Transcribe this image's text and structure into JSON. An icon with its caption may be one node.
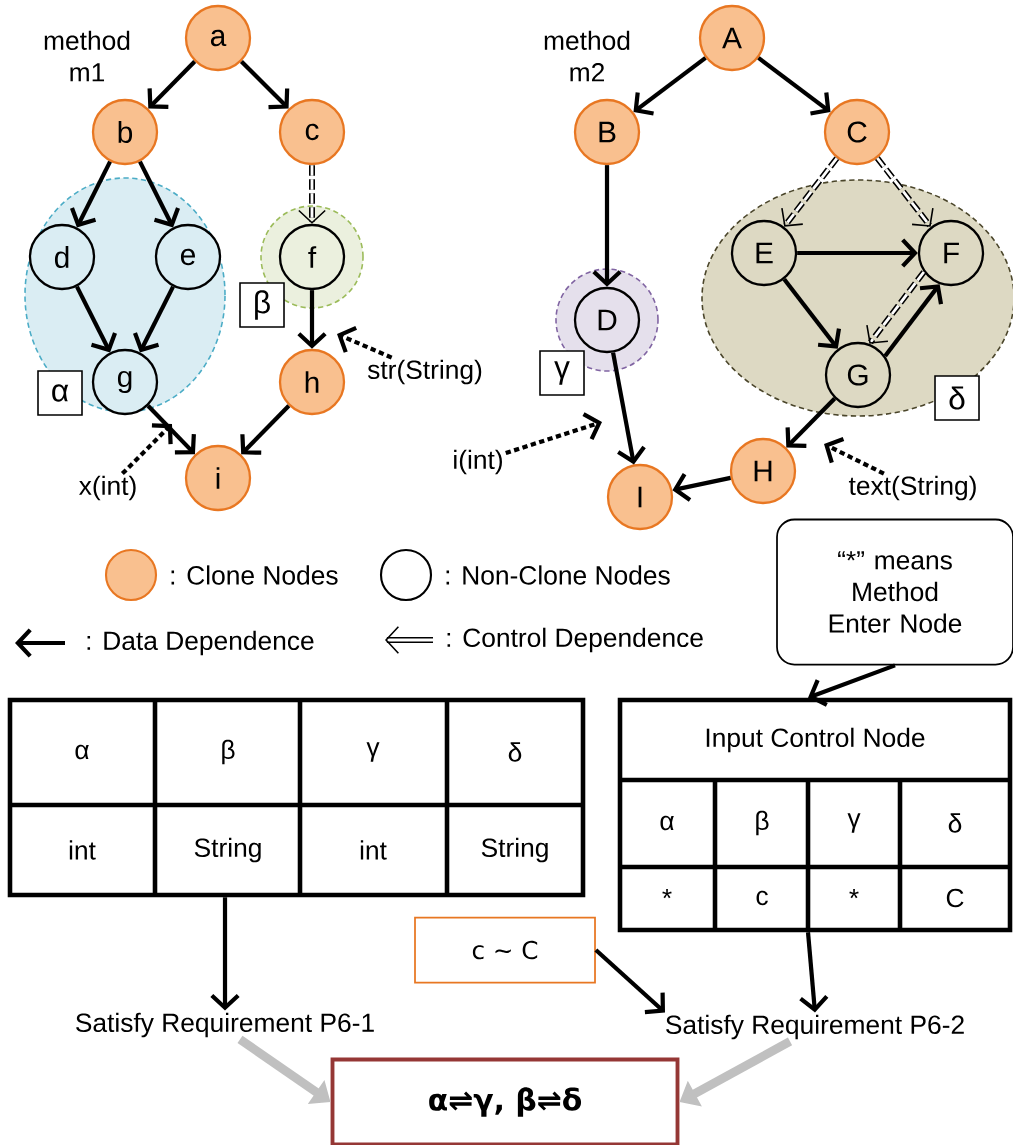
{
  "diagram": {
    "nodes": [
      {
        "text": [
          "a"
        ]
      },
      {
        "text": [
          "b"
        ]
      },
      {
        "text": [
          "c"
        ]
      },
      {
        "text": [
          "α"
        ]
      },
      {
        "text": [
          "d"
        ],
        "in": 3
      },
      {
        "text": [
          "e"
        ],
        "in": 3
      },
      {
        "text": [
          "g"
        ],
        "in": 3
      },
      {
        "text": [
          "β"
        ]
      },
      {
        "text": [
          "f"
        ],
        "in": 7
      },
      {
        "text": [
          "h"
        ]
      },
      {
        "text": [
          "i"
        ]
      },
      {
        "text": [
          "x(int)"
        ]
      },
      {
        "text": [
          "str(String)"
        ]
      },
      {
        "text": [
          "A"
        ]
      },
      {
        "text": [
          "B"
        ]
      },
      {
        "text": [
          "C"
        ]
      },
      {
        "text": [
          "γ"
        ]
      },
      {
        "text": [
          "D"
        ],
        "in": 16
      },
      {
        "text": [
          "δ"
        ]
      },
      {
        "text": [
          "E"
        ],
        "in": 18
      },
      {
        "text": [
          "F"
        ],
        "in": 18
      },
      {
        "text": [
          "G"
        ],
        "in": 18
      },
      {
        "text": [
          "H"
        ]
      },
      {
        "text": [
          "I"
        ]
      },
      {
        "text": [
          "i(int)"
        ]
      },
      {
        "text": [
          "text(String)"
        ]
      },
      {
        "text": [
          "“*” means Method Enter Node"
        ]
      },
      {
        "text": [
          "α",
          "β",
          "γ",
          "δ",
          "int",
          "String",
          "int",
          "String"
        ]
      },
      {
        "text": [
          "Input Control Node",
          "α",
          "β",
          "γ",
          "δ",
          "*",
          "c",
          "*",
          "C"
        ]
      },
      {
        "text": [
          "c ∼ C"
        ]
      },
      {
        "text": [
          "Satisfy Requirement P6-1"
        ]
      },
      {
        "text": [
          "Satisfy Requirement P6-2"
        ]
      },
      {
        "text": [
          "α⇌γ, β⇌δ"
        ]
      }
    ],
    "edges": [
      {
        "from": 0,
        "to": 1,
        "arrow": "to"
      },
      {
        "from": 0,
        "to": 2,
        "arrow": "to"
      },
      {
        "from": 1,
        "to": 4,
        "arrow": "to"
      },
      {
        "from": 1,
        "to": 5,
        "arrow": "to"
      },
      {
        "from": 4,
        "to": 6,
        "arrow": "to"
      },
      {
        "from": 5,
        "to": 6,
        "arrow": "to"
      },
      {
        "from": 6,
        "to": 10,
        "arrow": "to"
      },
      {
        "from": 2,
        "to": 8,
        "arrow": "to",
        "style": "dashed"
      },
      {
        "from": 8,
        "to": 9,
        "arrow": "to"
      },
      {
        "from": 9,
        "to": 10,
        "arrow": "to"
      },
      {
        "from": 11,
        "to": null,
        "arrow": "to",
        "style": "dashed"
      },
      {
        "from": 12,
        "to": null,
        "arrow": "to",
        "style": "dashed"
      },
      {
        "from": 13,
        "to": 14,
        "arrow": "to"
      },
      {
        "from": 13,
        "to": 15,
        "arrow": "to"
      },
      {
        "from": 14,
        "to": 17,
        "arrow": "to"
      },
      {
        "from": 15,
        "to": 19,
        "arrow": "to",
        "style": "dashed"
      },
      {
        "from": 15,
        "to": 20,
        "arrow": "to",
        "style": "dashed"
      },
      {
        "from": 19,
        "to": 20,
        "arrow": "to"
      },
      {
        "from": 19,
        "to": 21,
        "arrow": "to"
      },
      {
        "from": 21,
        "to": 20,
        "arrow": "to"
      },
      {
        "from": 20,
        "to": 21,
        "arrow": "to",
        "style": "dashed"
      },
      {
        "from": 17,
        "to": 23,
        "arrow": "to"
      },
      {
        "from": 21,
        "to": 22,
        "arrow": "to"
      },
      {
        "from": 22,
        "to": 23,
        "arrow": "to"
      },
      {
        "from": 24,
        "to": null,
        "arrow": "to",
        "style": "dashed"
      },
      {
        "from": 25,
        "to": null,
        "arrow": "to",
        "style": "dashed"
      },
      {
        "from": 26,
        "to": 28,
        "arrow": "to"
      },
      {
        "from": 27,
        "to": 30,
        "arrow": "to"
      },
      {
        "from": 28,
        "to": 31,
        "arrow": "to"
      },
      {
        "from": 29,
        "to": 31,
        "arrow": "to"
      },
      {
        "from": 30,
        "to": 32,
        "arrow": "to",
        "style": "thick",
        "color": "#c0c0c0"
      },
      {
        "from": 31,
        "to": 32,
        "arrow": "to",
        "style": "thick",
        "color": "#c0c0c0"
      }
    ],
    "labels": [
      "method m1",
      "method m2"
    ],
    "legend": [
      {
        "text": ": Clone Nodes",
        "color": "#f9c08f"
      },
      {
        "text": ": Non-Clone Nodes"
      },
      {
        "text": ": Data Dependence"
      },
      {
        "text": ": Control Dependence"
      }
    ]
  }
}
